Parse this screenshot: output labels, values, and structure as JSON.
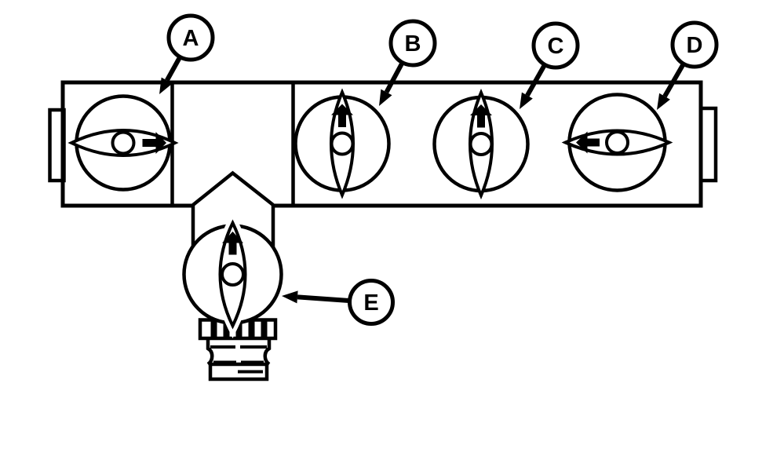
{
  "diagram": {
    "type": "technical-line-diagram",
    "description": "Valve manifold with five ball valves (A-E), two end ports, a tee branch with grease fitting, and circled callout labels with leader arrows",
    "background_color": "#ffffff",
    "line_color": "#000000",
    "callouts": [
      {
        "label": "A",
        "handle_orientation": "horizontal",
        "arrow_direction": "right"
      },
      {
        "label": "B",
        "handle_orientation": "vertical",
        "arrow_direction": "up"
      },
      {
        "label": "C",
        "handle_orientation": "vertical",
        "arrow_direction": "up"
      },
      {
        "label": "D",
        "handle_orientation": "horizontal",
        "arrow_direction": "left"
      },
      {
        "label": "E",
        "handle_orientation": "vertical",
        "arrow_direction": "up"
      }
    ]
  }
}
